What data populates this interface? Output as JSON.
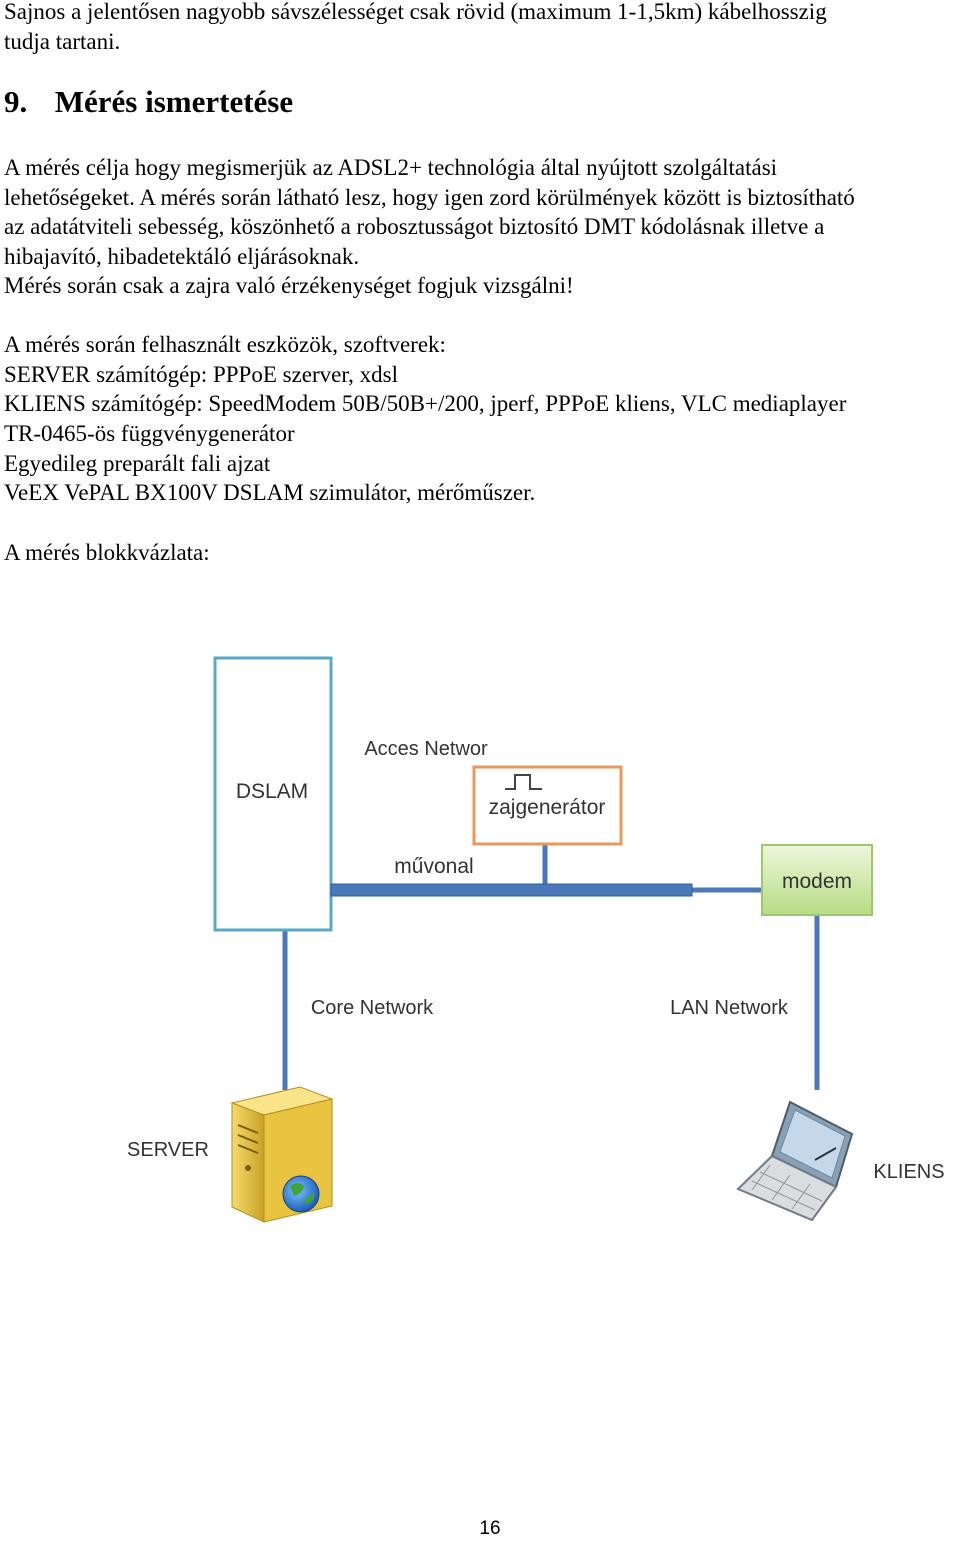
{
  "intro_lines": [
    "Sajnos a jelentősen nagyobb sávszélességet csak rövid (maximum 1-1,5km) kábelhosszig",
    "tudja tartani."
  ],
  "section": {
    "number": "9.",
    "title": "Mérés ismertetése"
  },
  "purpose_lines": [
    "A mérés célja hogy megismerjük az ADSL2+ technológia által nyújtott szolgáltatási",
    "lehetőségeket. A mérés során látható lesz, hogy igen zord körülmények között is biztosítható",
    "az adatátviteli sebesség, köszönhető a robosztusságot biztosító DMT kódolásnak illetve a",
    "hibajavító, hibadetektáló eljárásoknak.",
    "Mérés során csak a zajra való érzékenységet fogjuk vizsgálni!"
  ],
  "equipment_lines": [
    "A mérés során felhasznált eszközök, szoftverek:",
    "SERVER számítógép: PPPoE szerver, xdsl",
    "KLIENS számítógép: SpeedModem 50B/50B+/200, jperf, PPPoE kliens, VLC mediaplayer",
    "TR-0465-ös függvénygenerátor",
    "Egyedileg preparált fali ajzat",
    "VeEX VePAL BX100V DSLAM szimulátor, mérőműszer."
  ],
  "diagram_caption": "A mérés blokkvázlata:",
  "diagram": {
    "dslam_label": "DSLAM",
    "access_network_label": "Acces Networ",
    "noise_generator_label": "zajgenerátor",
    "line_label": "művonal",
    "modem_label": "modem",
    "core_network_label": "Core Network",
    "lan_network_label": "LAN Network",
    "server_label": "SERVER",
    "client_label": "KLIENS",
    "colors": {
      "dslam_border": "#5aa9c4",
      "noise_border": "#e9975a",
      "modem_fill": "#c9e6a0",
      "line_blue": "#4a78b8"
    }
  },
  "page_number": "16"
}
